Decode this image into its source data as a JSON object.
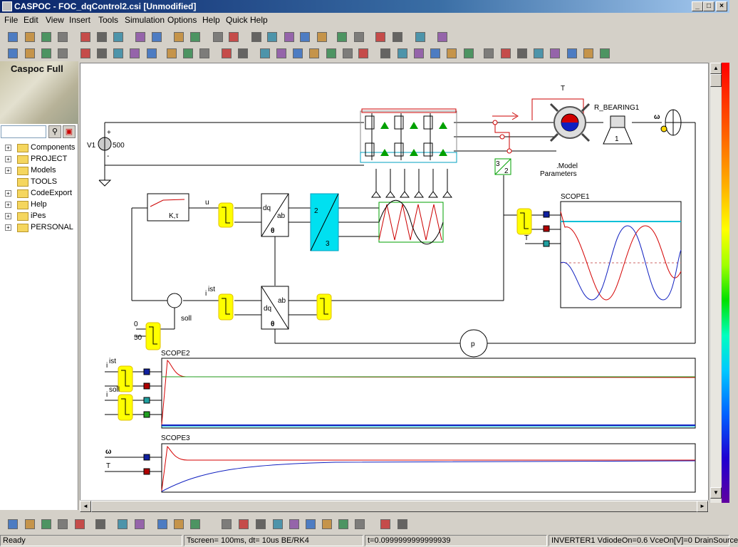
{
  "window": {
    "title": "CASPOC - FOC_dqControl2.csi [Unmodified]",
    "controls": [
      "_",
      "□",
      "×"
    ]
  },
  "menu": [
    "File",
    "Edit",
    "View",
    "Insert",
    "Tools",
    "Simulation",
    "Options",
    "Help",
    "Quick Help"
  ],
  "toolbar1": [
    "new-file",
    "open",
    "save",
    "print",
    "cut",
    "copy",
    "paste",
    "undo",
    "redo",
    "run",
    "pause",
    "library",
    "wire",
    "select",
    "measure",
    "list",
    "settings",
    "zoom",
    "arrow-right",
    "capacitor",
    "component",
    "export",
    "component2",
    "help"
  ],
  "toolbar2": [
    "zoom-100",
    "zoom-fit",
    "zoom-width",
    "zoom-height",
    "align-left",
    "align-center",
    "align-right",
    "align-dist",
    "filter",
    "globe",
    "globe2",
    "globe3",
    "pen",
    "text-abc",
    "flip",
    "node",
    "arrow",
    "connector",
    "block",
    "counter-123",
    "tools",
    "crosshair",
    "grid",
    "clock",
    "color",
    "chart",
    "rect",
    "target",
    "probe",
    "truck",
    "list-view",
    "panel1",
    "panel2",
    "panel3",
    "table"
  ],
  "left_panel": {
    "banner": "Caspoc Full",
    "search_placeholder": "",
    "tree": [
      "Components",
      "PROJECT",
      "Models",
      "TOOLS",
      "CodeExport",
      "Help",
      "iPes",
      "PERSONAL"
    ]
  },
  "schematic": {
    "labels": {
      "v1": "V1",
      "v1_value": "500",
      "plus": "+",
      "minus": "-",
      "torque_t": "T",
      "bearing": "R_BEARING1",
      "bearing_val": "1",
      "omega": "ω",
      "model_params": ".Model",
      "model_params2": "Parameters",
      "ktau": "K,τ",
      "u": "u",
      "dq1": "dq",
      "ab1": "ab",
      "theta1": "θ",
      "two": "2",
      "three": "3",
      "conv_3": "3",
      "conv_2": "2",
      "i_ist": "i",
      "ist_sup": "ist",
      "dq2": "dq",
      "ab2": "ab",
      "theta2": "θ",
      "zero": "0",
      "fifty": "50",
      "soll": "soll",
      "p": "p",
      "scope1": "SCOPE1",
      "scope1_t": "T",
      "scope2": "SCOPE2",
      "scope2_i1": "i",
      "scope2_ist": "ist",
      "scope2_i2": "i",
      "scope2_soll": "soll",
      "scope3": "SCOPE3",
      "scope3_omega": "ω",
      "scope3_t": "T"
    }
  },
  "bottom_toolbar": [
    "vars",
    "list",
    "counter",
    "grid",
    "cpu",
    "refresh-g",
    "layout1",
    "layout2",
    "image",
    "image2",
    "paint",
    "record",
    "first",
    "rewind",
    "step-back",
    "back",
    "play",
    "step",
    "forward",
    "last",
    "copy1",
    "copy2"
  ],
  "status": {
    "ready": "Ready",
    "tscreen": "Tscreen= 100ms, dt= 10us BE/RK4",
    "time": "t=0.0999999999999939",
    "info": "INVERTER1  VdiodeOn=0.6 VceOn[V]=0 DrainSource"
  },
  "colors": {
    "titlebar": "#0a246a",
    "yellow_block": "#ffff00",
    "cyan_block": "#00ffff",
    "red_wire": "#cc0000",
    "trace_red": "#d40000",
    "trace_blue": "#1020c0",
    "trace_cyan": "#00c0d8"
  }
}
